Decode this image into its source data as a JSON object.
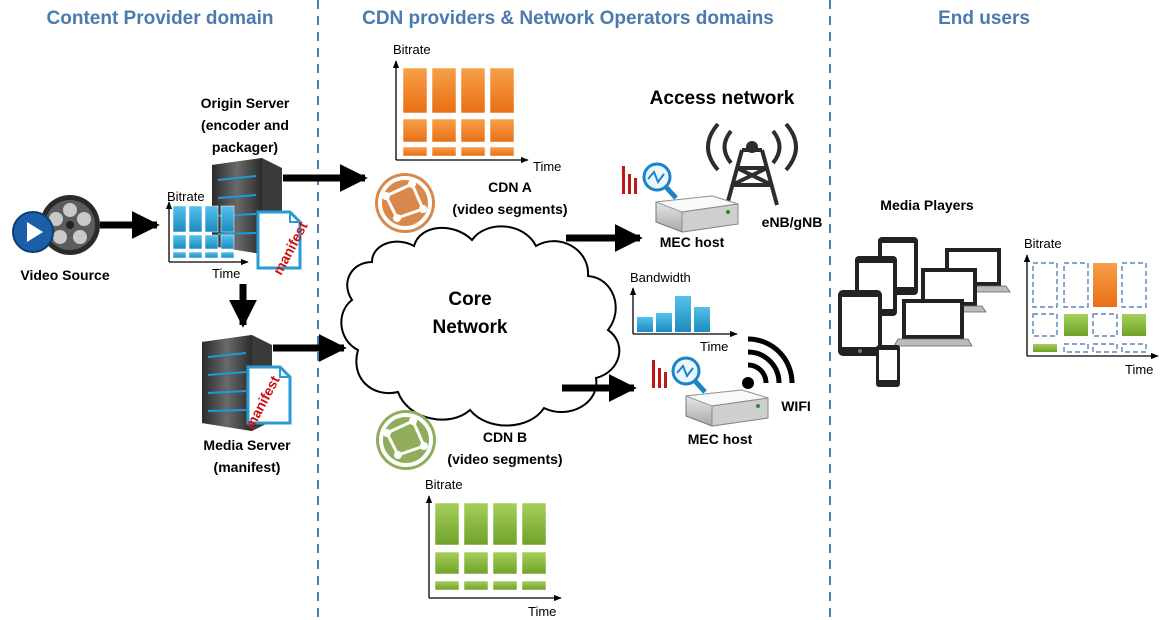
{
  "headers": {
    "content_provider": "Content Provider domain",
    "cdn_operators": "CDN providers & Network Operators domains",
    "end_users": "End users"
  },
  "labels": {
    "video_source": "Video Source",
    "origin_server_1": "Origin Server",
    "origin_server_2": "(encoder and",
    "origin_server_3": "packager)",
    "media_server_1": "Media Server",
    "media_server_2": "(manifest)",
    "manifest": "manifest",
    "cdn_a_1": "CDN A",
    "cdn_a_2": "(video segments)",
    "cdn_b_1": "CDN B",
    "cdn_b_2": "(video segments)",
    "core_1": "Core",
    "core_2": "Network",
    "access_network": "Access network",
    "mec_host": "MEC host",
    "enb": "eNB/gNB",
    "wifi": "WIFI",
    "media_players": "Media Players"
  },
  "axes": {
    "bitrate": "Bitrate",
    "time": "Time",
    "bandwidth": "Bandwidth"
  },
  "colors": {
    "header_blue": "#4a7ab0",
    "orange": "#f28a2e",
    "green": "#8cbf3f",
    "blue": "#2aa3d6",
    "manifest_red": "#d01010"
  },
  "bandwidth_levels": [
    0.35,
    0.45,
    0.85,
    0.6
  ]
}
